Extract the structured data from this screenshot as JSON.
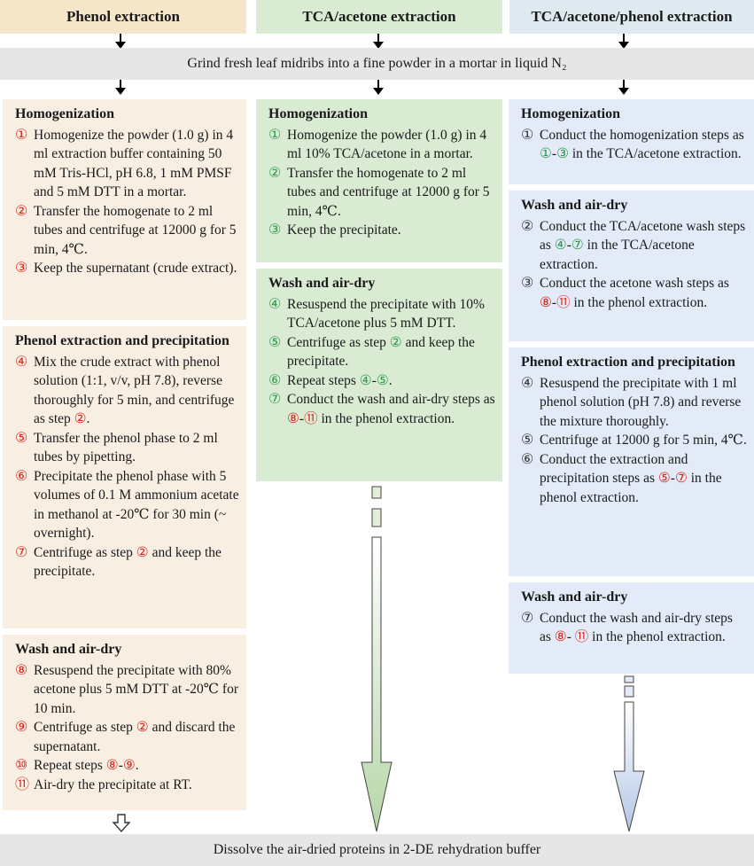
{
  "headers": {
    "phenol": "Phenol extraction",
    "tca": "TCA/acetone extraction",
    "tcap": "TCA/acetone/phenol extraction"
  },
  "grind": "Grind fresh leaf midribs into a fine powder in a mortar in liquid N₂",
  "bottom": "Dissolve the air-dried proteins in 2-DE rehydration buffer",
  "colors": {
    "tan": "#f8efe2",
    "green": "#d9ebd2",
    "blue": "#e3ebf8",
    "red": "#d9261c",
    "green_num": "#2f9a4a"
  },
  "phenol": {
    "hom": {
      "title": "Homogenization",
      "s1n": "①",
      "s1": "Homogenize the powder (1.0 g) in  4 ml extraction buffer containing 50 mM Tris-HCl, pH 6.8, 1 mM PMSF and 5 mM DTT in a mortar.",
      "s2n": "②",
      "s2": "Transfer the homogenate to 2 ml tubes and centrifuge at 12000 g for 5 min, 4℃.",
      "s3n": "③",
      "s3": " Keep the supernatant (crude extract)."
    },
    "ext": {
      "title": "Phenol extraction and precipitation",
      "s4n": "④",
      "s4": "Mix the crude extract with phenol solution (1:1, v/v, pH 7.8), reverse thoroughly for 5 min, and centrifuge as step ",
      "s4ref": "②",
      "s4end": ".",
      "s5n": "⑤",
      "s5": "Transfer the phenol phase to 2 ml tubes by pipetting.",
      "s6n": "⑥",
      "s6": "Precipitate the phenol phase with 5 volumes of 0.1 M ammonium acetate in methanol at -20℃ for 30 min (~ overnight).",
      "s7n": "⑦",
      "s7a": "Centrifuge as step ",
      "s7ref": "②",
      "s7b": " and keep the precipitate."
    },
    "wash": {
      "title": "Wash and air-dry",
      "s8n": "⑧",
      "s8": "Resuspend the precipitate with 80% acetone plus 5 mM DTT at -20℃ for 10 min.",
      "s9n": "⑨",
      "s9a": "Centrifuge as step ",
      "s9ref": "②",
      "s9b": " and discard the supernatant.",
      "s10n": "⑩",
      "s10a": "Repeat  steps ",
      "s10r1": "⑧",
      "s10dash": "-",
      "s10r2": "⑨",
      "s10b": ".",
      "s11n": "⑪",
      "s11": " Air-dry the precipitate at RT."
    }
  },
  "tca": {
    "hom": {
      "title": "Homogenization",
      "s1n": "①",
      "s1": "Homogenize the powder (1.0 g) in 4 ml 10% TCA/acetone in a mortar.",
      "s2n": "②",
      "s2": "Transfer the homogenate to 2 ml tubes and centrifuge at 12000 g for 5 min, 4℃.",
      "s3n": "③",
      "s3": "Keep the precipitate."
    },
    "wash": {
      "title": "Wash and air-dry",
      "s4n": "④",
      "s4": "Resuspend the precipitate with 10% TCA/acetone plus 5 mM DTT.",
      "s5n": "⑤",
      "s5a": "Centrifuge as step ",
      "s5ref": "②",
      "s5b": " and keep the precipitate.",
      "s6n": "⑥",
      "s6a": "Repeat steps ",
      "s6r1": "④",
      "s6dash": "-",
      "s6r2": "⑤",
      "s6b": ".",
      "s7n": "⑦",
      "s7a": "Conduct the wash and air-dry steps as ",
      "s7r1": "⑧",
      "s7dash": "-",
      "s7r2": "⑪",
      "s7b": " in the phenol extraction."
    }
  },
  "tcap": {
    "hom": {
      "title": "Homogenization",
      "s1n": "①",
      "s1a": "Conduct the homogenization steps as  ",
      "s1r1": "①",
      "s1dash": "-",
      "s1r2": "③",
      "s1b": " in the TCA/acetone extraction."
    },
    "wash": {
      "title": "Wash and air-dry",
      "s2n": "②",
      "s2a": "Conduct the TCA/acetone wash steps as  ",
      "s2r1": "④",
      "s2dash": "-",
      "s2r2": "⑦",
      "s2b": " in the TCA/acetone extraction.",
      "s3n": "③",
      "s3a": "Conduct the acetone wash steps as ",
      "s3r1": "⑧",
      "s3dash": "-",
      "s3r2": "⑪",
      "s3b": "  in the phenol extraction."
    },
    "ext": {
      "title": "Phenol extraction and precipitation",
      "s4n": "④",
      "s4": "Resuspend the precipitate with 1 ml phenol solution (pH 7.8) and reverse the mixture thoroughly.",
      "s5n": "⑤",
      "s5": "Centrifuge at 12000 g for 5 min, 4℃.",
      "s6n": "⑥",
      "s6a": "Conduct the extraction and precipitation steps as  ",
      "s6r1": "⑤",
      "s6dash": "-",
      "s6r2": "⑦",
      "s6b": " in the phenol extraction."
    },
    "wash2": {
      "title": "Wash and air-dry",
      "s7n": "⑦",
      "s7a": "Conduct the wash and air-dry steps as ",
      "s7r1": "⑧",
      "s7dash": "- ",
      "s7r2": "⑪",
      "s7b": "  in the phenol extraction."
    }
  }
}
